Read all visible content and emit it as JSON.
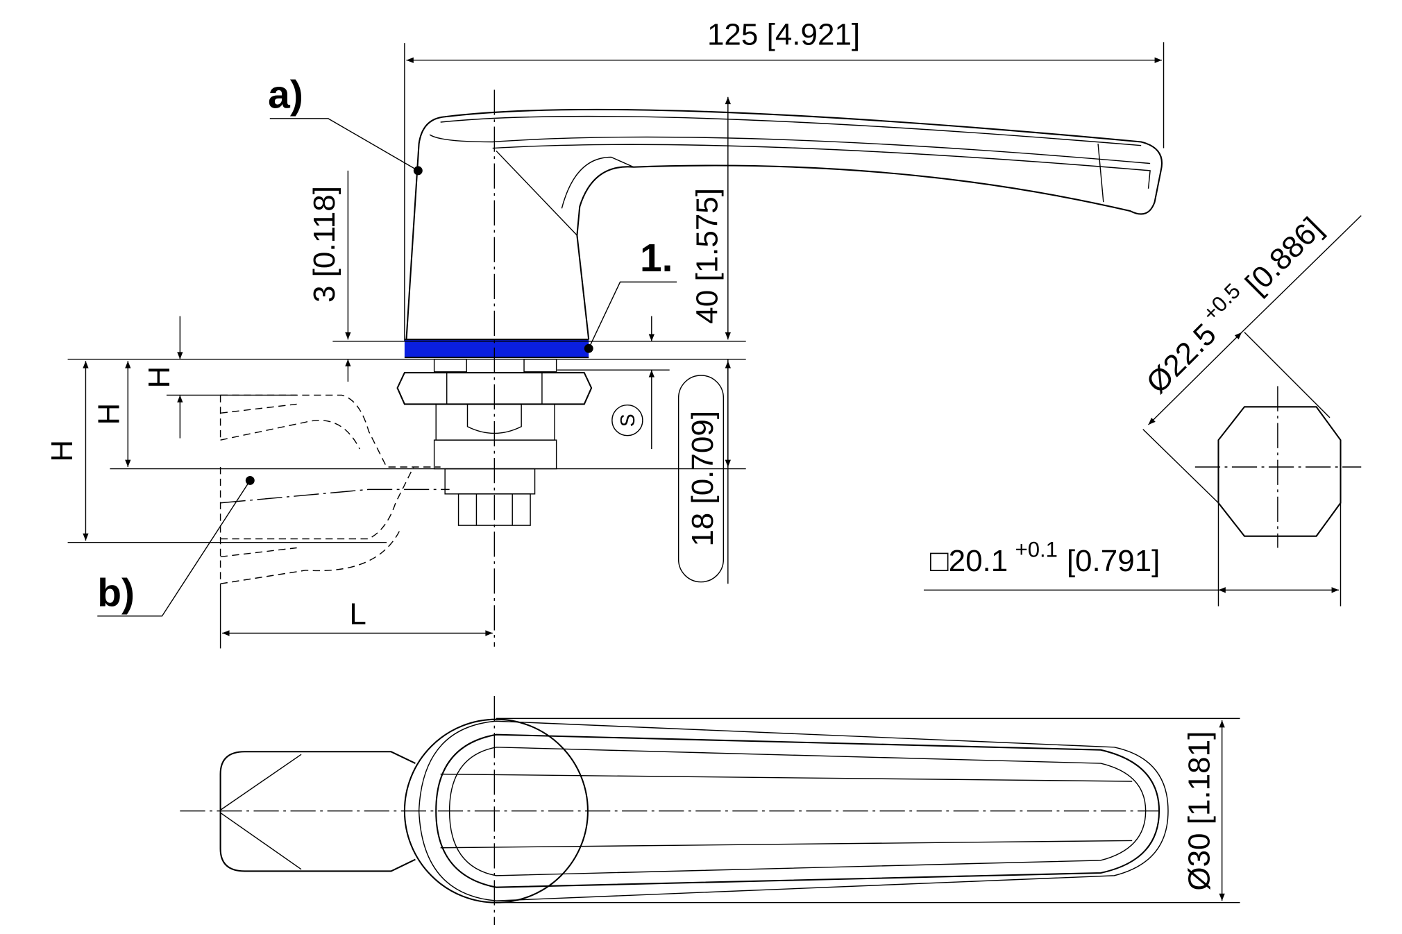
{
  "drawing": {
    "overall_length": "125 [4.921]",
    "flange_thickness": "3 [0.118]",
    "handle_height": "40 [1.575]",
    "stem_length": "18 [0.709]",
    "bore_diameter": "Ø22.5",
    "bore_tolerance": "+0.5",
    "bore_inch": "[0.886]",
    "square_size": "□20.1",
    "square_tolerance": "+0.1",
    "square_inch": "[0.791]",
    "hub_diameter": "Ø30 [1.181]",
    "dimension_h": "H",
    "dimension_l": "L",
    "symbol_s": "S",
    "callout_a": "a)",
    "callout_b": "b)",
    "callout_1": "1.",
    "accent_color": "#0a1fe0"
  }
}
